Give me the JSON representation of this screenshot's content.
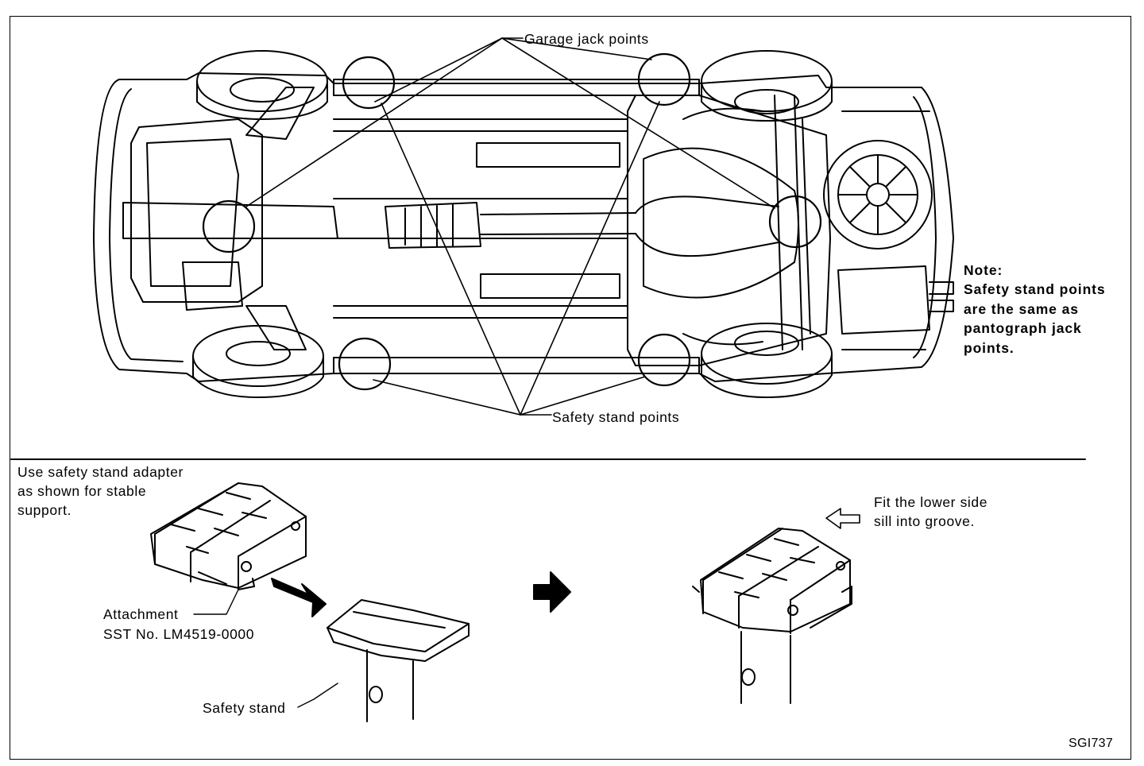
{
  "labels": {
    "garage_jack_points": "Garage jack points",
    "safety_stand_points": "Safety stand points",
    "note_title": "Note:",
    "note_body": "Safety stand points\nare the same as\npantograph jack\npoints.",
    "adapter_instruction": "Use safety stand adapter\nas shown for stable\nsupport.",
    "attachment": "Attachment",
    "sst_number": "SST No. LM4519-0000",
    "fit_instruction": "Fit the lower side\nsill into groove.",
    "safety_stand": "Safety stand",
    "figure_code": "SGI737"
  }
}
